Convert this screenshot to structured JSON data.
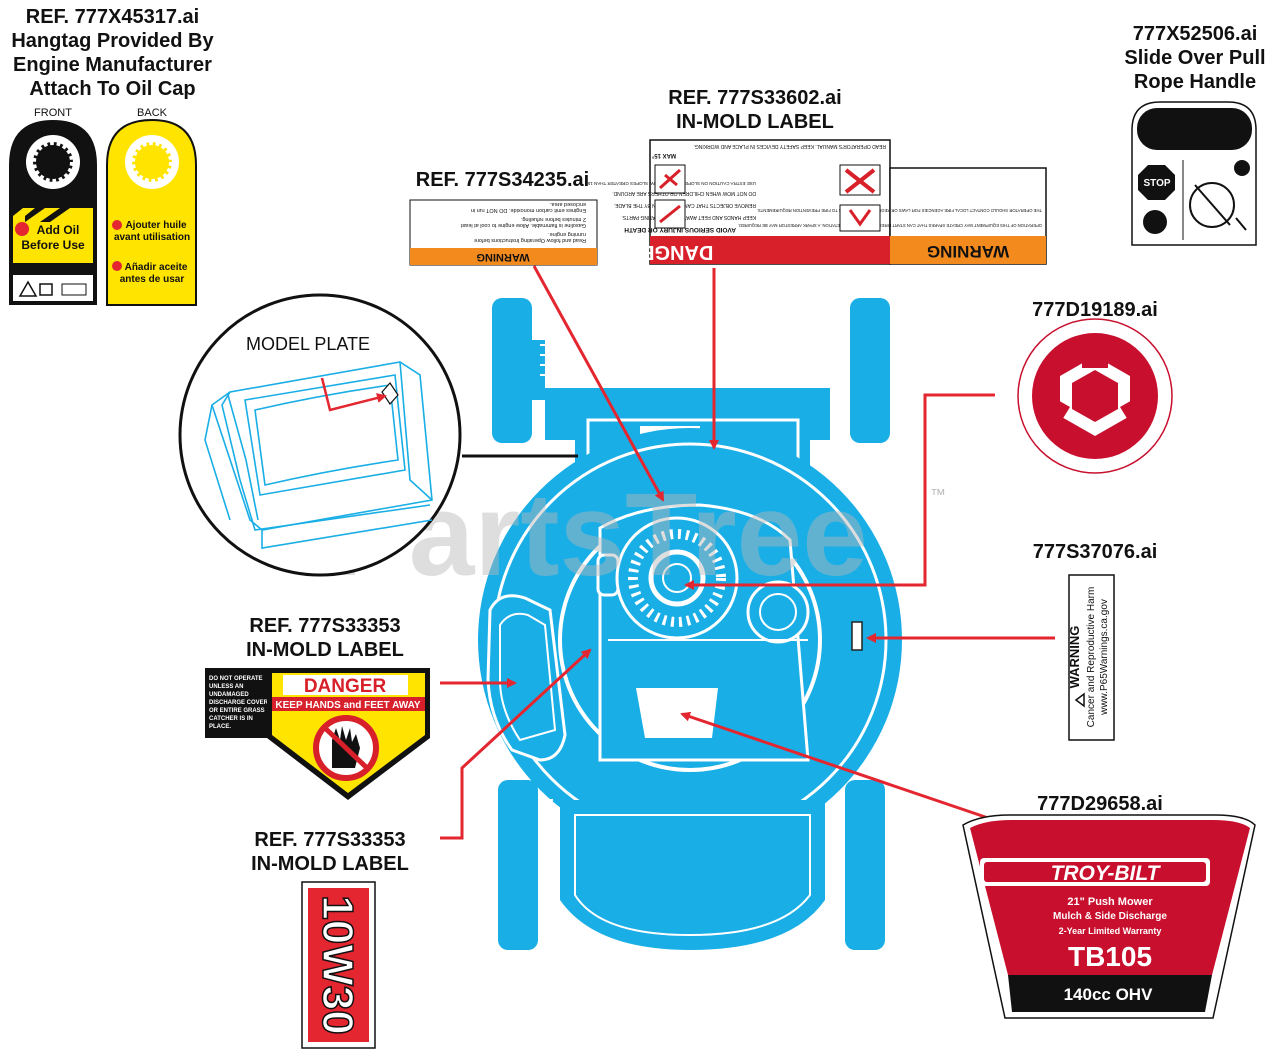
{
  "colors": {
    "mower_blue": "#19aee6",
    "arrow_red": "#e3262f",
    "danger_red": "#d8202a",
    "warning_orange": "#f28a1e",
    "caution_yellow": "#ffe400",
    "troybilt_red": "#c8102e"
  },
  "watermark": {
    "text": "PartsTree",
    "tm": "™"
  },
  "callouts": {
    "hangtag": {
      "lines": [
        "REF. 777X45317.ai",
        "Hangtag Provided By",
        "Engine Manufacturer",
        "Attach To Oil Cap"
      ]
    },
    "rope_handle": {
      "lines": [
        "777X52506.ai",
        "Slide Over Pull",
        "Rope Handle"
      ]
    },
    "in_mold_top": {
      "lines": [
        "REF. 777S33602.ai",
        "IN-MOLD LABEL"
      ]
    },
    "warning_small": {
      "lines": [
        "REF. 777S34235.ai"
      ]
    },
    "d19189": {
      "lines": [
        "777D19189.ai"
      ]
    },
    "s37076": {
      "lines": [
        "777S37076.ai"
      ]
    },
    "s33353_a": {
      "lines": [
        "REF. 777S33353",
        "IN-MOLD LABEL"
      ]
    },
    "s33353_b": {
      "lines": [
        "REF. 777S33353",
        "IN-MOLD LABEL"
      ]
    },
    "d29658": {
      "lines": [
        "777D29658.ai"
      ]
    }
  },
  "hangtag_decal": {
    "front_label": "FRONT",
    "back_label": "BACK",
    "front_text": [
      "Add Oil",
      "Before Use"
    ],
    "back_text": [
      "Ajouter huile",
      "avant utilisation",
      "Añadir aceite",
      "antes de usar"
    ]
  },
  "rope_decal": {
    "stop": "STOP"
  },
  "model_plate": {
    "label": "MODEL PLATE"
  },
  "warning_small_decal": {
    "header": "WARNING",
    "lines": [
      "Read and follow Operating Instructions before",
      "running engine.",
      "Gasoline is flammable. Allow engine to cool at least",
      "2 minutes before refueling.",
      "Engines emit carbon monoxide. DO NOT run in",
      "enclosed area."
    ]
  },
  "in_mold_decal": {
    "danger": "DANGER",
    "warning": "WARNING",
    "danger_lines": [
      "AVOID SERIOUS INJURY OR DEATH",
      "KEEP HANDS AND FEET AWAY FROM ROTATING PARTS.",
      "REMOVE OBJECTS THAT CAN BE THROWN BY THE BLADE.",
      "DO NOT MOW WHEN CHILDREN OR OTHERS ARE AROUND.",
      "USE EXTRA CAUTION ON SLOPES. DO NOT MOW SLOPES GREATER THAN 15°.",
      "READ OPERATOR'S MANUAL. KEEP SAFETY DEVICES IN PLACE AND WORKING."
    ],
    "warning_lines": [
      "OPERATION OF THIS EQUIPMENT MAY CREATE SPARKS THAT CAN START FIRES AROUND DRY VEGETATION. A SPARK ARRESTOR MAY BE REQUIRED.",
      "THE OPERATOR SHOULD CONTACT LOCAL FIRE AGENCIES FOR LAWS OR REGULATIONS RELATING TO FIRE PREVENTION REQUIREMENTS."
    ],
    "max": "MAX 15°"
  },
  "keep_hands_decal": {
    "side": [
      "DO NOT OPERATE",
      "UNLESS AN",
      "UNDAMAGED",
      "DISCHARGE COVER",
      "OR ENTIRE GRASS",
      "CATCHER IS IN",
      "PLACE."
    ],
    "danger": "DANGER",
    "sub": "KEEP HANDS and FEET AWAY"
  },
  "oil_decal": {
    "text": "10W30"
  },
  "prop65_decal": {
    "header": "WARNING",
    "lines": [
      "Cancer and Reproductive Harm",
      "www.P65Warnings.ca.gov"
    ]
  },
  "troybilt_decal": {
    "brand": "TROY-BILT",
    "line1": "21\" Push Mower",
    "line2": "Mulch & Side Discharge",
    "line3": "2-Year Limited Warranty",
    "model": "TB105",
    "engine": "140cc OHV"
  }
}
